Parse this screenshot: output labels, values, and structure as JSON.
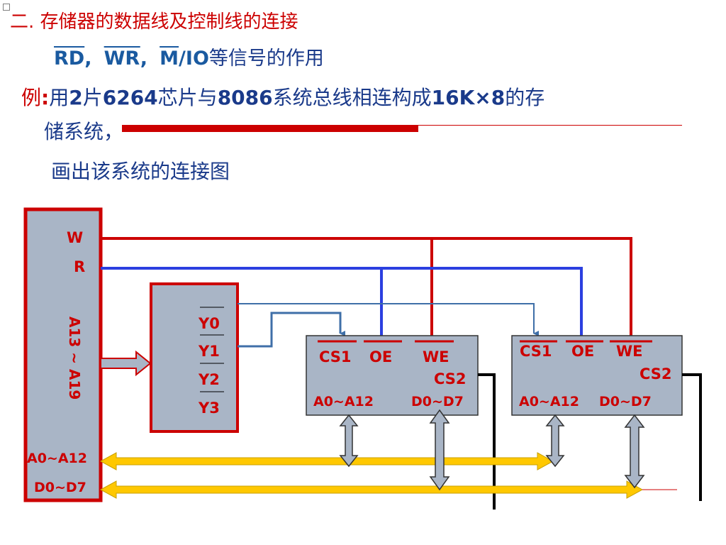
{
  "heading": {
    "title": "二.  存储器的数据线及控制线的连接",
    "subtitle_signals": [
      "RD",
      "WR",
      "M"
    ],
    "subtitle_sep": ",",
    "subtitle_io": "/IO",
    "subtitle_tail": "等信号的作用"
  },
  "example": {
    "prefix": "例",
    "colon": ":",
    "t1": "用",
    "n1": "2",
    "t2": "片",
    "n2": "6264",
    "t3": "芯片与",
    "n3": "8086",
    "t4": "系统总线相连构成",
    "n4": "16K×8",
    "t5": "的存",
    "cont": "储系统，",
    "task": "画出该系统的连接图"
  },
  "cpu": {
    "w": "W",
    "r": "R",
    "addr_high": "A13 ~ A19",
    "addr_low": "A0~A12",
    "data": "D0~D7"
  },
  "decoder": {
    "outputs": [
      "Y0",
      "Y1",
      "Y2",
      "Y3"
    ]
  },
  "chips": [
    {
      "cs1": "CS1",
      "oe": "OE",
      "we": "WE",
      "cs2": "CS2",
      "addr": "A0~A12",
      "data": "D0~D7"
    },
    {
      "cs1": "CS1",
      "oe": "OE",
      "we": "WE",
      "cs2": "CS2",
      "addr": "A0~A12",
      "data": "D0~D7"
    }
  ],
  "colors": {
    "red": "#cc0000",
    "blue": "#2b3fe0",
    "steel_blue": "#3f6fa8",
    "yellow": "#ffc800",
    "chip_fill": "#a9b5c6",
    "title_blue": "#1a3a8a"
  }
}
